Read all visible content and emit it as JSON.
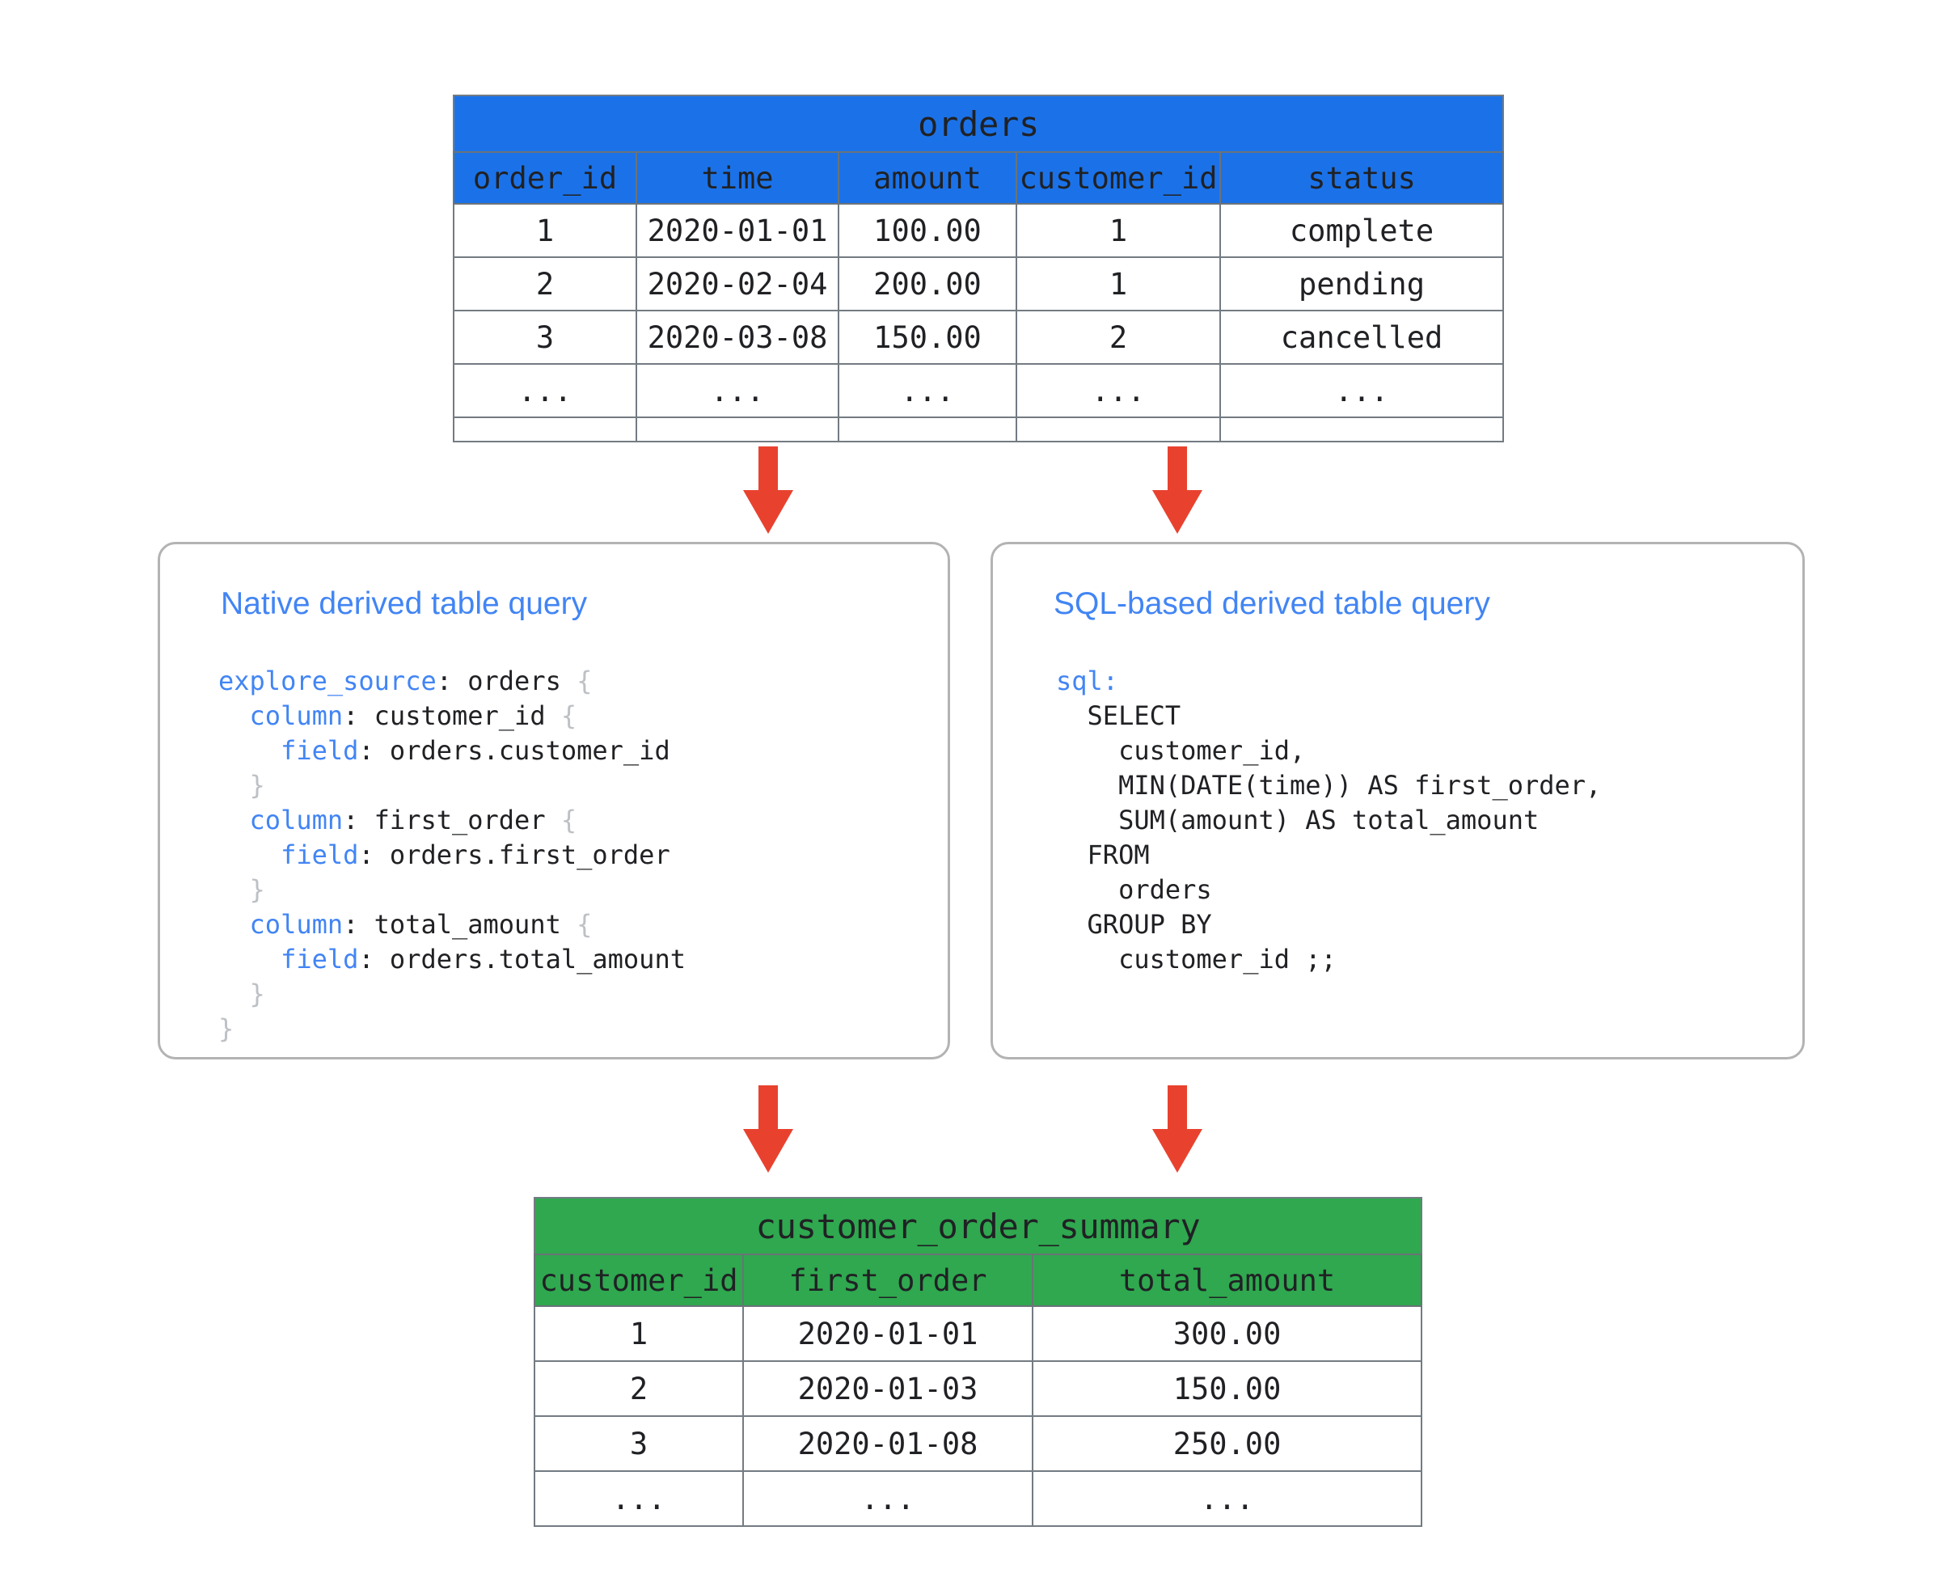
{
  "source_table": {
    "name": "orders",
    "accent_color": "#1b72e8",
    "columns": [
      "order_id",
      "time",
      "amount",
      "customer_id",
      "status"
    ],
    "rows": [
      [
        "1",
        "2020-01-01",
        "100.00",
        "1",
        "complete"
      ],
      [
        "2",
        "2020-02-04",
        "200.00",
        "1",
        "pending"
      ],
      [
        "3",
        "2020-03-08",
        "150.00",
        "2",
        "cancelled"
      ],
      [
        "...",
        "...",
        "...",
        "...",
        "..."
      ]
    ]
  },
  "native_card": {
    "title": "Native derived table query",
    "code_lines": [
      {
        "indent": 0,
        "parts": [
          {
            "t": "explore_source",
            "c": "kw"
          },
          {
            "t": ": orders ",
            "c": ""
          },
          {
            "t": "{",
            "c": "brace"
          }
        ]
      },
      {
        "indent": 1,
        "parts": [
          {
            "t": "column",
            "c": "kw"
          },
          {
            "t": ": customer_id ",
            "c": ""
          },
          {
            "t": "{",
            "c": "brace"
          }
        ]
      },
      {
        "indent": 2,
        "parts": [
          {
            "t": "field",
            "c": "kw"
          },
          {
            "t": ": orders.customer_id",
            "c": ""
          }
        ]
      },
      {
        "indent": 1,
        "parts": [
          {
            "t": "}",
            "c": "brace"
          }
        ]
      },
      {
        "indent": 1,
        "parts": [
          {
            "t": "column",
            "c": "kw"
          },
          {
            "t": ": first_order ",
            "c": ""
          },
          {
            "t": "{",
            "c": "brace"
          }
        ]
      },
      {
        "indent": 2,
        "parts": [
          {
            "t": "field",
            "c": "kw"
          },
          {
            "t": ": orders.first_order",
            "c": ""
          }
        ]
      },
      {
        "indent": 1,
        "parts": [
          {
            "t": "}",
            "c": "brace"
          }
        ]
      },
      {
        "indent": 1,
        "parts": [
          {
            "t": "column",
            "c": "kw"
          },
          {
            "t": ": total_amount ",
            "c": ""
          },
          {
            "t": "{",
            "c": "brace"
          }
        ]
      },
      {
        "indent": 2,
        "parts": [
          {
            "t": "field",
            "c": "kw"
          },
          {
            "t": ": orders.total_amount",
            "c": ""
          }
        ]
      },
      {
        "indent": 1,
        "parts": [
          {
            "t": "}",
            "c": "brace"
          }
        ]
      },
      {
        "indent": 0,
        "parts": [
          {
            "t": "}",
            "c": "brace"
          }
        ]
      }
    ]
  },
  "sql_card": {
    "title": "SQL-based derived table query",
    "code_lines": [
      {
        "indent": 0,
        "parts": [
          {
            "t": "sql:",
            "c": "kw"
          }
        ]
      },
      {
        "indent": 1,
        "parts": [
          {
            "t": "SELECT",
            "c": ""
          }
        ]
      },
      {
        "indent": 2,
        "parts": [
          {
            "t": "customer_id,",
            "c": ""
          }
        ]
      },
      {
        "indent": 2,
        "parts": [
          {
            "t": "MIN(DATE(time)) AS first_order,",
            "c": ""
          }
        ]
      },
      {
        "indent": 2,
        "parts": [
          {
            "t": "SUM(amount) AS total_amount",
            "c": ""
          }
        ]
      },
      {
        "indent": 1,
        "parts": [
          {
            "t": "FROM",
            "c": ""
          }
        ]
      },
      {
        "indent": 2,
        "parts": [
          {
            "t": "orders",
            "c": ""
          }
        ]
      },
      {
        "indent": 1,
        "parts": [
          {
            "t": "GROUP BY",
            "c": ""
          }
        ]
      },
      {
        "indent": 2,
        "parts": [
          {
            "t": "customer_id ;;",
            "c": ""
          }
        ]
      }
    ]
  },
  "result_table": {
    "name": "customer_order_summary",
    "accent_color": "#2fa84f",
    "columns": [
      "customer_id",
      "first_order",
      "total_amount"
    ],
    "rows": [
      [
        "1",
        "2020-01-01",
        "300.00"
      ],
      [
        "2",
        "2020-01-03",
        "150.00"
      ],
      [
        "3",
        "2020-01-08",
        "250.00"
      ],
      [
        "...",
        "...",
        "..."
      ]
    ]
  },
  "arrows": {
    "color": "#e8422f",
    "items": [
      {
        "name": "arrow-orders-to-native"
      },
      {
        "name": "arrow-orders-to-sql"
      },
      {
        "name": "arrow-native-to-summary"
      },
      {
        "name": "arrow-sql-to-summary"
      }
    ]
  }
}
